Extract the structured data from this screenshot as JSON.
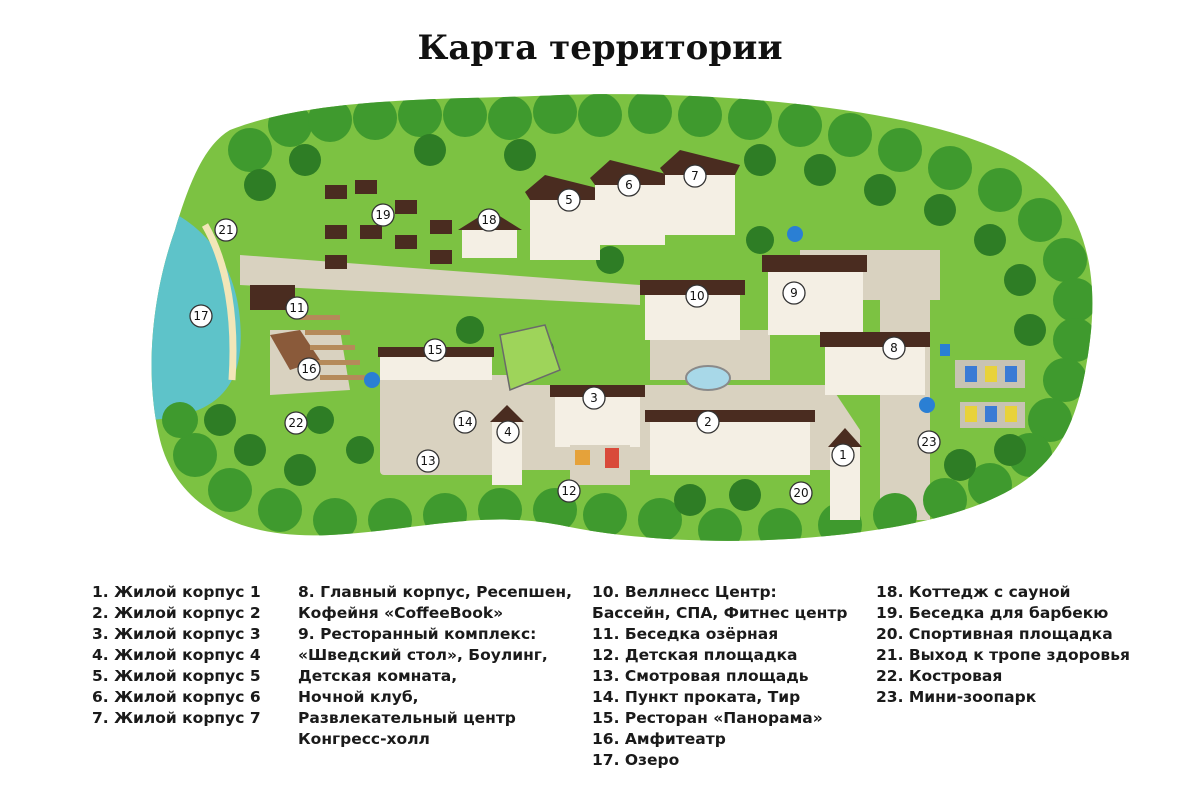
{
  "title": "Карта территории",
  "legend": {
    "column1": [
      "1. Жилой корпус 1",
      "2. Жилой корпус 2",
      "3. Жилой корпус 3",
      "4. Жилой корпус 4",
      "5. Жилой корпус 5",
      "6. Жилой корпус 6",
      "7. Жилой корпус 7"
    ],
    "column2": [
      "8. Главный корпус, Ресепшен,",
      "Кофейня «CoffeeBook»",
      "9. Ресторанный комплекс:",
      "«Шведский стол», Боулинг,",
      "Детская комната,",
      "Ночной клуб,",
      "Развлекательный центр",
      "Конгресс-холл"
    ],
    "column3": [
      "10. Веллнесс Центр:",
      "Бассейн, СПА, Фитнес центр",
      "11. Беседка озёрная",
      "12. Детская площадка",
      "13. Смотровая площадь",
      "14. Пункт проката, Тир",
      "15. Ресторан «Панорама»",
      "16. Амфитеатр",
      "17. Озеро"
    ],
    "column4": [
      "18. Коттедж с сауной",
      "19. Беседка для барбекю",
      "20. Спортивная площадка",
      "21. Выход к тропе здоровья",
      "22. Костровая",
      "23. Мини-зоопарк"
    ]
  },
  "markers": [
    "1",
    "2",
    "3",
    "4",
    "5",
    "6",
    "7",
    "8",
    "9",
    "10",
    "11",
    "12",
    "13",
    "14",
    "15",
    "16",
    "17",
    "18",
    "19",
    "20",
    "21",
    "22",
    "23"
  ],
  "colors": {
    "grass": "#7cc242",
    "forest": "#3f9a2e",
    "lake": "#5ec3c9",
    "path": "#d9d2c0",
    "roof": "#4a2c20"
  }
}
